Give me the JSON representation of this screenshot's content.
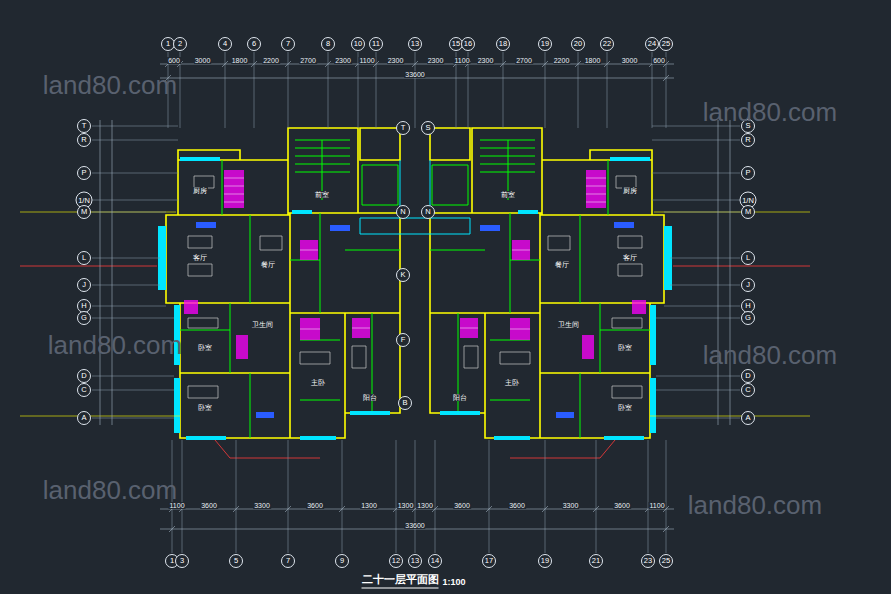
{
  "diagram": {
    "title": "二十一层平面图",
    "nodes": [
      {
        "text": [
          "1"
        ]
      },
      {
        "text": [
          "2"
        ]
      },
      {
        "text": [
          "4"
        ]
      },
      {
        "text": [
          "6"
        ]
      },
      {
        "text": [
          "7"
        ]
      },
      {
        "text": [
          "8"
        ]
      },
      {
        "text": [
          "10"
        ]
      },
      {
        "text": [
          "11"
        ]
      },
      {
        "text": [
          "13"
        ]
      },
      {
        "text": [
          "15"
        ]
      },
      {
        "text": [
          "16"
        ]
      },
      {
        "text": [
          "18"
        ]
      },
      {
        "text": [
          "19"
        ]
      },
      {
        "text": [
          "20"
        ]
      },
      {
        "text": [
          "22"
        ]
      },
      {
        "text": [
          "24"
        ]
      },
      {
        "text": [
          "25"
        ]
      },
      {
        "text": [
          "1"
        ]
      },
      {
        "text": [
          "3"
        ]
      },
      {
        "text": [
          "5"
        ]
      },
      {
        "text": [
          "7"
        ]
      },
      {
        "text": [
          "9"
        ]
      },
      {
        "text": [
          "12"
        ]
      },
      {
        "text": [
          "13"
        ]
      },
      {
        "text": [
          "14"
        ]
      },
      {
        "text": [
          "17"
        ]
      },
      {
        "text": [
          "19"
        ]
      },
      {
        "text": [
          "21"
        ]
      },
      {
        "text": [
          "23"
        ]
      },
      {
        "text": [
          "25"
        ]
      },
      {
        "text": [
          "T"
        ]
      },
      {
        "text": [
          "R"
        ]
      },
      {
        "text": [
          "P"
        ]
      },
      {
        "text": [
          "1/N"
        ]
      },
      {
        "text": [
          "M"
        ]
      },
      {
        "text": [
          "L"
        ]
      },
      {
        "text": [
          "J"
        ]
      },
      {
        "text": [
          "H"
        ]
      },
      {
        "text": [
          "G"
        ]
      },
      {
        "text": [
          "D"
        ]
      },
      {
        "text": [
          "C"
        ]
      },
      {
        "text": [
          "A"
        ]
      },
      {
        "text": [
          "S"
        ]
      },
      {
        "text": [
          "R"
        ]
      },
      {
        "text": [
          "P"
        ]
      },
      {
        "text": [
          "1/N"
        ]
      },
      {
        "text": [
          "M"
        ]
      },
      {
        "text": [
          "L"
        ]
      },
      {
        "text": [
          "J"
        ]
      },
      {
        "text": [
          "H"
        ]
      },
      {
        "text": [
          "G"
        ]
      },
      {
        "text": [
          "D"
        ]
      },
      {
        "text": [
          "C"
        ]
      },
      {
        "text": [
          "A"
        ]
      },
      {
        "text": [
          "T"
        ]
      },
      {
        "text": [
          "S"
        ]
      },
      {
        "text": [
          "N"
        ]
      },
      {
        "text": [
          "N"
        ]
      },
      {
        "text": [
          "K"
        ]
      },
      {
        "text": [
          "F"
        ]
      },
      {
        "text": [
          "B"
        ]
      }
    ],
    "labels": [
      "600",
      "3000",
      "1800",
      "2200",
      "2700",
      "2300",
      "1100",
      "2300",
      "2300",
      "1100",
      "2300",
      "2700",
      "2200",
      "1800",
      "3000",
      "600",
      "33600",
      "1100",
      "3600",
      "3300",
      "3600",
      "1300",
      "1300",
      "1300",
      "3600",
      "3600",
      "3300",
      "3600",
      "1100",
      "33600",
      "厨房",
      "厨房",
      "客厅",
      "客厅",
      "餐厅",
      "餐厅",
      "前室",
      "前室",
      "卫生间",
      "卫生间",
      "卧室",
      "卧室",
      "卧室",
      "卧室",
      "主卧",
      "主卧",
      "阳台",
      "阳台",
      "land80.com",
      "land80.com",
      "land80.com",
      "land80.com",
      "land80.com",
      "land80.com",
      "1:100"
    ]
  }
}
